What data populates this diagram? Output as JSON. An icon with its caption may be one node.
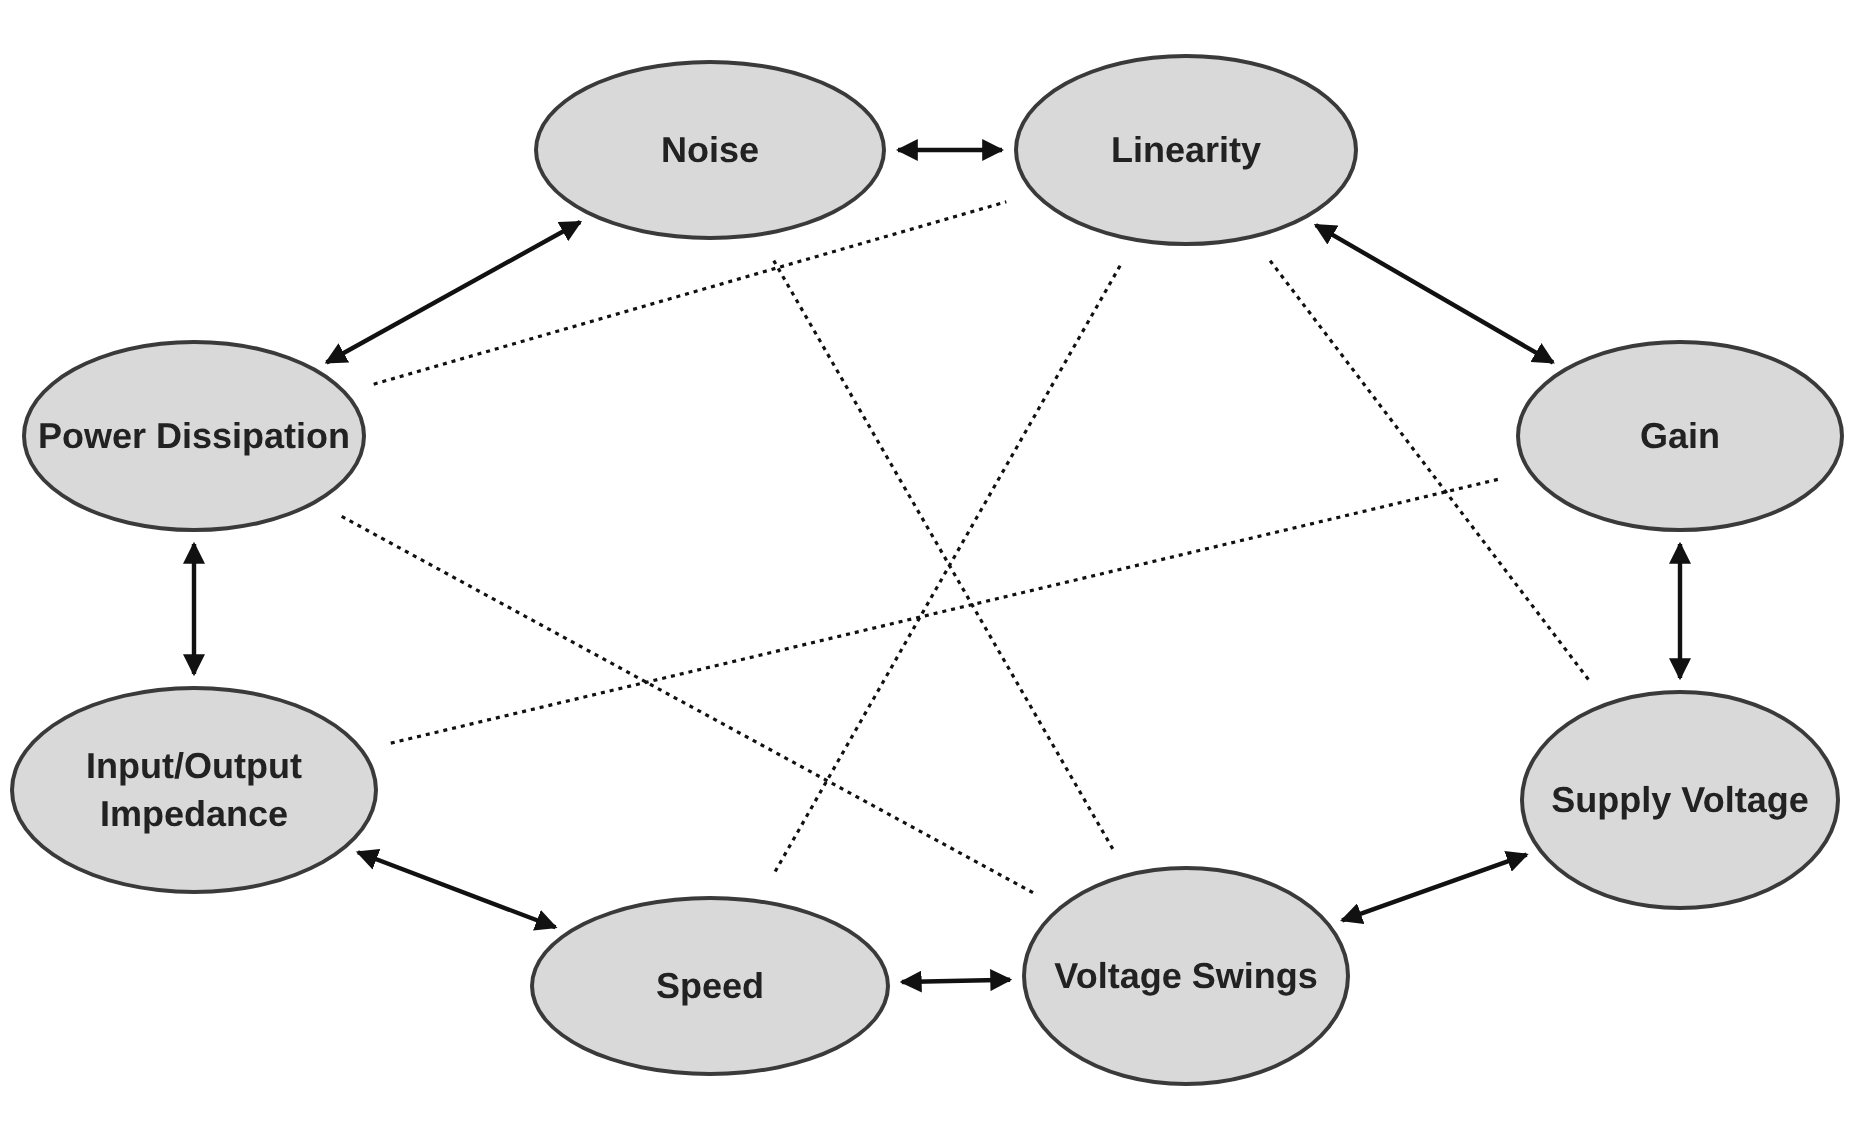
{
  "diagram": {
    "nodes": [
      {
        "text": [
          "Noise"
        ]
      },
      {
        "text": [
          "Linearity"
        ]
      },
      {
        "text": [
          "Gain"
        ]
      },
      {
        "text": [
          "Supply Voltage"
        ]
      },
      {
        "text": [
          "Voltage Swings"
        ]
      },
      {
        "text": [
          "Speed"
        ]
      },
      {
        "text": [
          "Input/Output Impedance"
        ]
      },
      {
        "text": [
          "Power Dissipation"
        ]
      }
    ],
    "edges": [
      {
        "from": 0,
        "to": 1,
        "arrow": "both"
      },
      {
        "from": 1,
        "to": 2,
        "arrow": "both"
      },
      {
        "from": 2,
        "to": 3,
        "arrow": "both"
      },
      {
        "from": 3,
        "to": 4,
        "arrow": "both"
      },
      {
        "from": 4,
        "to": 5,
        "arrow": "both"
      },
      {
        "from": 5,
        "to": 6,
        "arrow": "both"
      },
      {
        "from": 6,
        "to": 7,
        "arrow": "both"
      },
      {
        "from": 7,
        "to": 0,
        "arrow": "both"
      },
      {
        "from": 7,
        "to": 1,
        "arrow": "none",
        "style": "dashed"
      },
      {
        "from": 7,
        "to": 4,
        "arrow": "none",
        "style": "dashed"
      },
      {
        "from": 0,
        "to": 4,
        "arrow": "none",
        "style": "dashed"
      },
      {
        "from": 1,
        "to": 5,
        "arrow": "none",
        "style": "dashed"
      },
      {
        "from": 1,
        "to": 3,
        "arrow": "none",
        "style": "dashed"
      },
      {
        "from": 6,
        "to": 2,
        "arrow": "none",
        "style": "dashed"
      }
    ]
  }
}
